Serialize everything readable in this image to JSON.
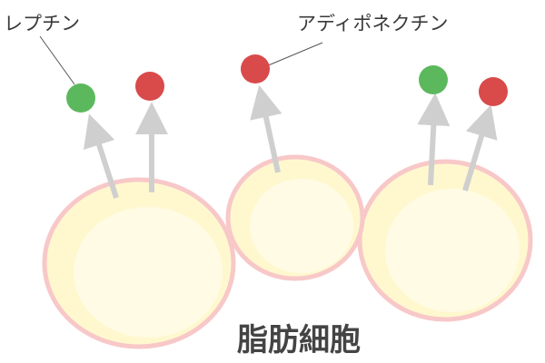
{
  "labels": {
    "leptin": "レプチン",
    "adiponectin": "アディポネクチン",
    "fat_cell": "脂肪細胞"
  },
  "colors": {
    "leptin": "#5cb85c",
    "adiponectin": "#d94a4a",
    "cell_fill": "#fff8cf",
    "cell_inner": "#fffbe4",
    "cell_outline": "#f8c8c8",
    "arrow": "#cfcfcf",
    "leader_line": "#555555"
  }
}
